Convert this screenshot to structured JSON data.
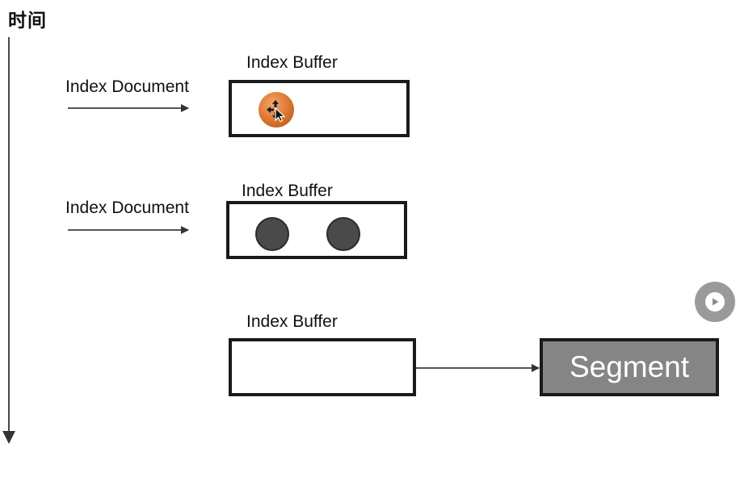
{
  "axis": {
    "label": "时间"
  },
  "stages": [
    {
      "doc_label": "Index Document",
      "buffer_label": "Index Buffer"
    },
    {
      "doc_label": "Index Document",
      "buffer_label": "Index Buffer"
    },
    {
      "buffer_label": "Index Buffer"
    }
  ],
  "segment": {
    "label": "Segment"
  },
  "icons": {
    "play": "play-icon",
    "cursor": "move-cursor-icon"
  },
  "colors": {
    "segment_fill": "#858585",
    "dot_fill": "#4a4a4a",
    "border": "#1a1a1a",
    "play_bg": "#9a9a9a"
  }
}
